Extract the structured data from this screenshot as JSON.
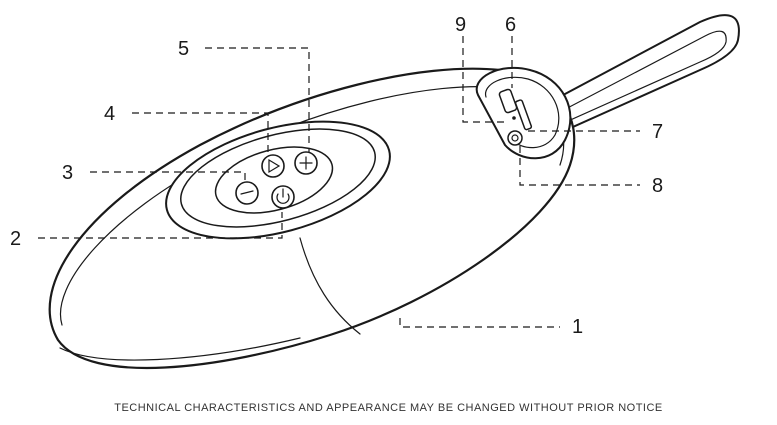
{
  "callouts": [
    {
      "id": "1",
      "label": "1"
    },
    {
      "id": "2",
      "label": "2"
    },
    {
      "id": "3",
      "label": "3"
    },
    {
      "id": "4",
      "label": "4"
    },
    {
      "id": "5",
      "label": "5"
    },
    {
      "id": "6",
      "label": "6"
    },
    {
      "id": "7",
      "label": "7"
    },
    {
      "id": "8",
      "label": "8"
    },
    {
      "id": "9",
      "label": "9"
    }
  ],
  "notice": "TECHNICAL CHARACTERISTICS AND APPEARANCE MAY BE CHANGED WITHOUT PRIOR NOTICE",
  "colors": {
    "line": "#1a1a1a",
    "background": "#ffffff"
  }
}
